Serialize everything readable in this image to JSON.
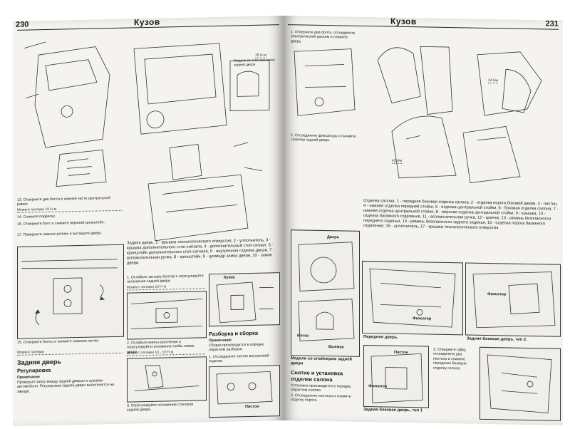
{
  "left_page": {
    "page_number": "230",
    "section_title": "Кузов",
    "text_13": "13. Отверните два болта в нижней части центральной рамки.",
    "torque_19": "Момент затяжки 19 Н·м",
    "text_14": "14. Снимите подвеску.",
    "text_16": "16. Отверните болт и снимите верхний кронштейн.",
    "text_17": "17. Поверните нижние ролики и вытащите дверь.",
    "caption_rear_door": "Задняя дверь. 1 - крышка технологического отверстия, 2 - уплотнитель, 3 - крышка дополнительного стоп-сигнала, 4 - дополнительный стоп-сигнал, 5 - кронштейн дополнительного стоп-сигнала, 6 - внутренняя отделка двери, 7 - вспомогательная ручка, 8 - кронштейн, 9 - цилиндр замка двери, 10 - замок двери.",
    "text_15": "15. Отверните болты и снимите нижнюю петлю.",
    "torque_15": "Момент затяжки",
    "heading_rear_door": "Задняя дверь",
    "subheading_adjust": "Регулировка",
    "note_label": "Примечание",
    "text_adjust": "Проверьте зазор между задней дверью и кузовом автомобиля. Регулировка задней двери выполняется на заводе.",
    "text_loosen": "1. Ослабьте затяжку болтов и отрегулируйте положение задней двери.",
    "torque_loosen": "Момент затяжки 19 Н·м",
    "text_screws": "2. Ослабьте винты крепления и отрегулируйте положение скобы замка двери.",
    "torque_screws": "Момент затяжки 10 - 16 Н·м",
    "text_bumpers": "3. Отрегулируйте положение стопоров задней двери.",
    "heading_disassembly": "Разборка и сборка",
    "note_disassembly": "Примечание",
    "text_disassembly": "Сборка производится в порядке обратном разборке.",
    "text_pistons": "1. Отсоедините пистон внутренней отделки.",
    "label_kuzov": "Кузов",
    "label_piston": "Пистон",
    "model_note": "Модели со стоп-сигналом задней двери",
    "torque_15nm": "15 Н·м"
  },
  "right_page": {
    "page_number": "231",
    "section_title": "Кузов",
    "text_top": "1. Отверните два болта, отсоедините электрический разъем и снимите дверь.",
    "text_spoiler": "2. Отсоедините фиксаторы и снимите спойлер задней двери.",
    "caption_spoiler": "Модели со спойлером задней двери",
    "label_door": "Дверь",
    "label_metka": "Метка",
    "label_vyemka": "Выемка",
    "caption_interior": "Отделка салона. 1 - передняя боковая отделка салона, 2 - отделка порога боковой двери, 3 - пистон, 4 - нижняя отделка передней стойки, 5 - отделка центральной стойки, 6 - боковая отделка салона, 7 - нижняя отделка центральной стойки, 8 - верхняя отделка центральной стойки, 9 - крышка, 10 - отделка багажного отделения, 11 - вспомогательная ручка, 12 - крючок, 13 - ремень безопасности переднего сиденья, 14 - ремень безопасности заднего сиденья, 15 - отделка порога багажного отделения, 16 - уплотнитель, 17 - крышка технологического отверстия.",
    "torque_24": "24 Нм",
    "torque_42": "42 Нм",
    "label_fixator": "Фиксатор",
    "caption_front_door": "Передняя дверь.",
    "caption_side_door": "Задняя боковая дверь, тип 2.",
    "caption_side_door_1": "Задняя боковая дверь, тип 1",
    "heading_removal": "Снятие и установка отделки салона",
    "text_removal": "Установка производится в порядке, обратном снятию.",
    "text_front_sill": "2. Отсоедините пистоны и снимите отделку порога.",
    "text_nut": "3. Отверните гайку, отсоедините два пистона и снимите переднюю боковую отделку салона.",
    "label_piston": "Пистон"
  },
  "colors": {
    "paper": "#f4f3ef",
    "ink": "#1a1a1a",
    "figure_bg": "#efeeea"
  }
}
